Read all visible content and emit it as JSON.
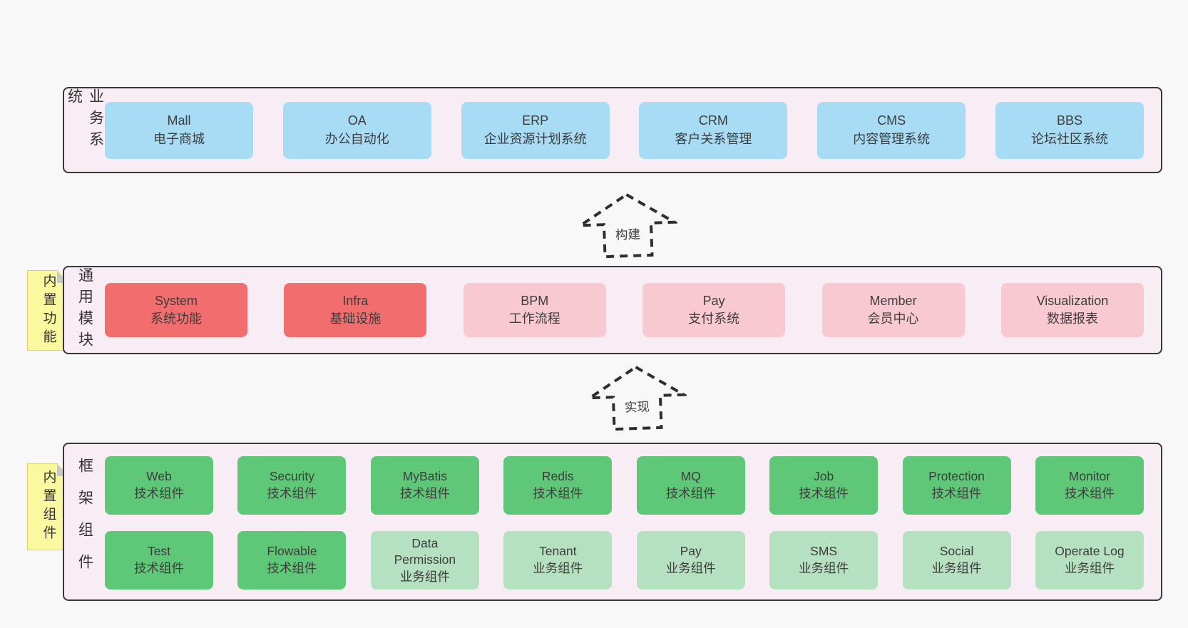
{
  "colors": {
    "page_bg": "#f8f8f8",
    "layer_bg": "#f8edf5",
    "layer_border": "#383838",
    "blue_box": "#a8dcf4",
    "red_box": "#f26d6d",
    "pink_box": "#f9c9d2",
    "green_box": "#5fc878",
    "green_light_box": "#b5e1c1",
    "note_yellow": "#fbf9a0",
    "text": "#3d3d3d"
  },
  "arrows": [
    {
      "label": "构建"
    },
    {
      "label": "实现"
    }
  ],
  "layers": [
    {
      "label": "业务系统",
      "boxes": [
        {
          "en": "Mall",
          "zh": "电子商城"
        },
        {
          "en": "OA",
          "zh": "办公自动化"
        },
        {
          "en": "ERP",
          "zh": "企业资源计划系统"
        },
        {
          "en": "CRM",
          "zh": "客户关系管理"
        },
        {
          "en": "CMS",
          "zh": "内容管理系统"
        },
        {
          "en": "BBS",
          "zh": "论坛社区系统"
        }
      ]
    },
    {
      "label": "通用模块",
      "note": "内置功能",
      "boxes": [
        {
          "en": "System",
          "zh": "系统功能"
        },
        {
          "en": "Infra",
          "zh": "基础设施"
        },
        {
          "en": "BPM",
          "zh": "工作流程"
        },
        {
          "en": "Pay",
          "zh": "支付系统"
        },
        {
          "en": "Member",
          "zh": "会员中心"
        },
        {
          "en": "Visualization",
          "zh": "数据报表"
        }
      ]
    },
    {
      "label": "框架组件",
      "note": "内置组件",
      "boxes": [
        {
          "en": "Web",
          "zh": "技术组件"
        },
        {
          "en": "Security",
          "zh": "技术组件"
        },
        {
          "en": "MyBatis",
          "zh": "技术组件"
        },
        {
          "en": "Redis",
          "zh": "技术组件"
        },
        {
          "en": "MQ",
          "zh": "技术组件"
        },
        {
          "en": "Job",
          "zh": "技术组件"
        },
        {
          "en": "Protection",
          "zh": "技术组件"
        },
        {
          "en": "Monitor",
          "zh": "技术组件"
        },
        {
          "en": "Test",
          "zh": "技术组件"
        },
        {
          "en": "Flowable",
          "zh": "技术组件"
        },
        {
          "en": "Data Permission",
          "zh": "业务组件"
        },
        {
          "en": "Tenant",
          "zh": "业务组件"
        },
        {
          "en": "Pay",
          "zh": "业务组件"
        },
        {
          "en": "SMS",
          "zh": "业务组件"
        },
        {
          "en": "Social",
          "zh": "业务组件"
        },
        {
          "en": "Operate Log",
          "zh": "业务组件"
        }
      ]
    }
  ]
}
